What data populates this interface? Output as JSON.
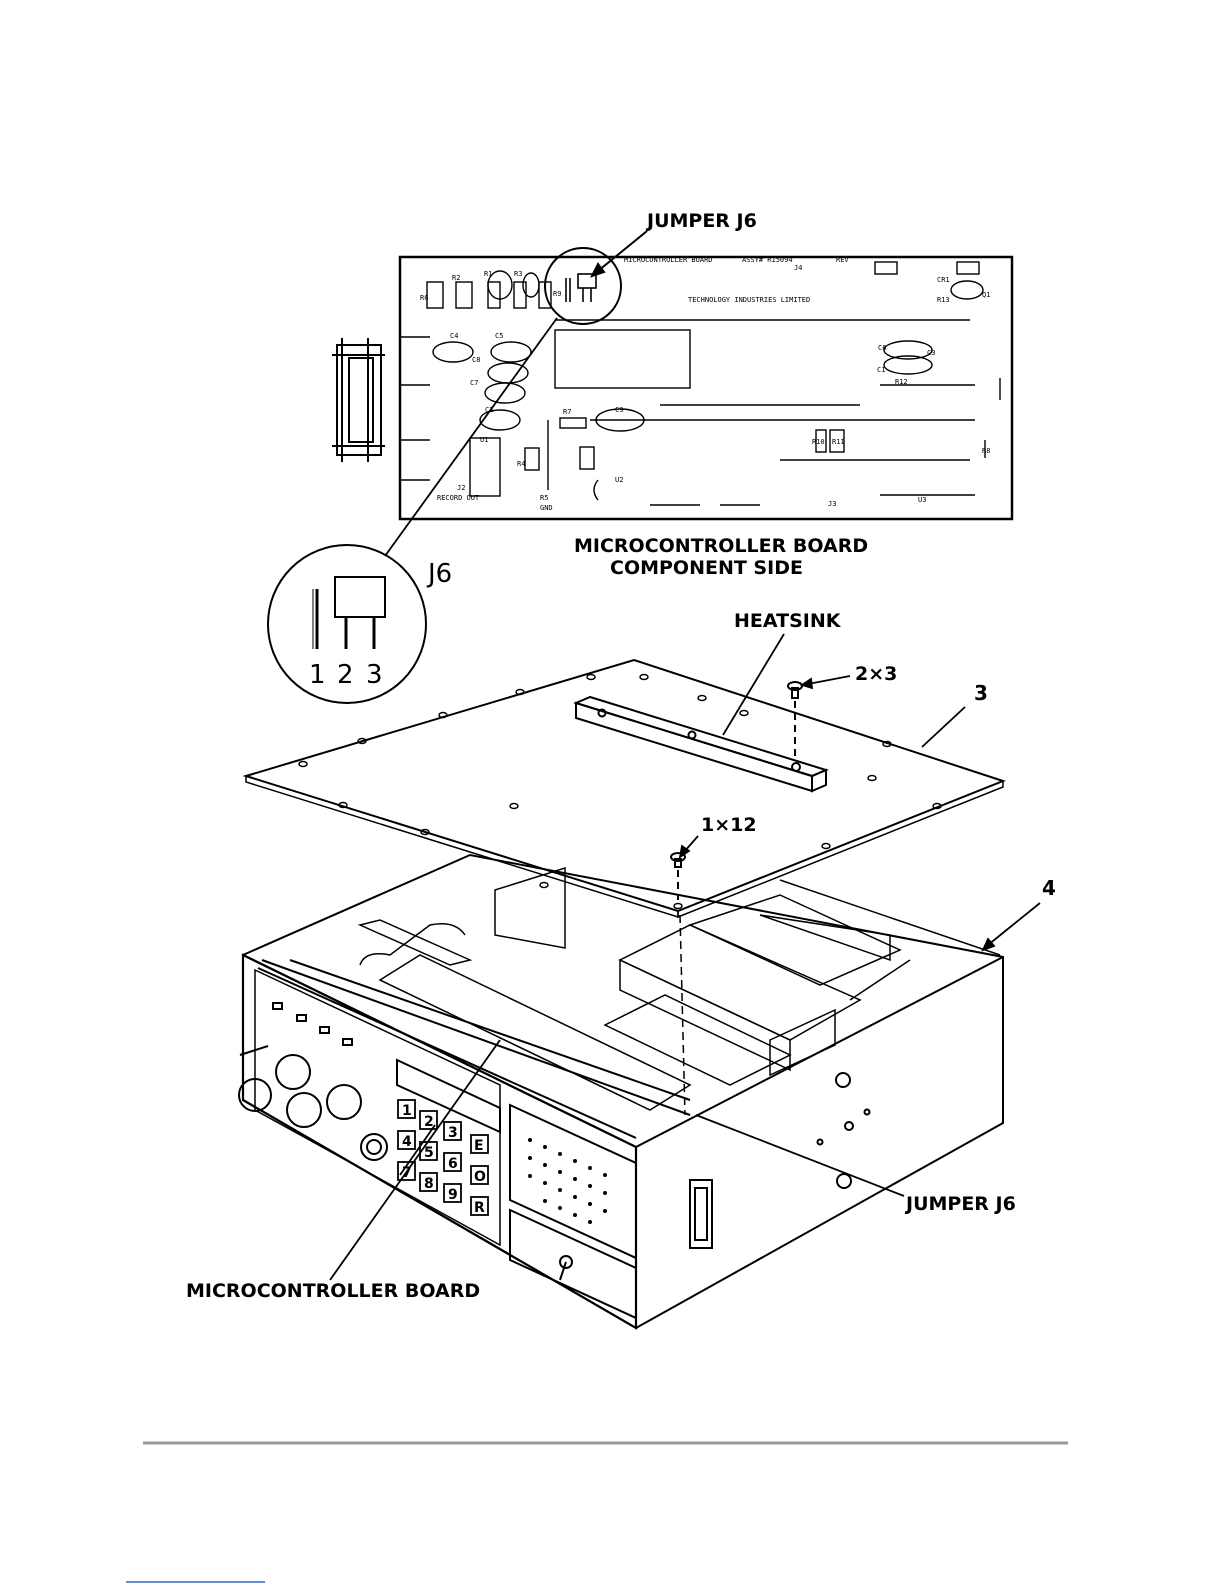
{
  "labels": {
    "jumper_top": "JUMPER J6",
    "board_title_1": "MICROCONTROLLER BOARD",
    "board_title_2": "COMPONENT SIDE",
    "j6_detail": "J6",
    "j6_pins": [
      "1",
      "2",
      "3"
    ],
    "heatsink": "HEATSINK",
    "screw_small": "2×3",
    "screw_large": "1×12",
    "item_cover": "3",
    "item_chassis": "4",
    "jumper_bottom": "JUMPER J6",
    "board_bottom": "MICROCONTROLLER BOARD"
  },
  "board_silkscreen": {
    "header": "MICROCONTROLLER BOARD",
    "assy": "ASSY# R15094",
    "rev": "REV",
    "maker": "TECHNOLOGY INDUSTRIES LIMITED",
    "ref_designators": [
      "R6",
      "R2",
      "R1",
      "R3",
      "R9",
      "CR1",
      "R13",
      "Q1",
      "C4",
      "C5",
      "C8",
      "C7",
      "C2",
      "R7",
      "C9",
      "C3",
      "R10",
      "R11",
      "R8",
      "R4",
      "R5",
      "R12",
      "J2",
      "J4",
      "U1",
      "U2",
      "U3",
      "J3",
      "C6",
      "C1"
    ],
    "record_out": "RECORD OUT",
    "gnd": "GND"
  },
  "keypad_keys": [
    "1",
    "2",
    "3",
    "E",
    "4",
    "5",
    "6",
    "O",
    "7",
    "8",
    "9",
    "R"
  ],
  "colors": {
    "ink": "#000000",
    "paper": "#ffffff",
    "rule": "#999999",
    "link": "#3366cc"
  }
}
